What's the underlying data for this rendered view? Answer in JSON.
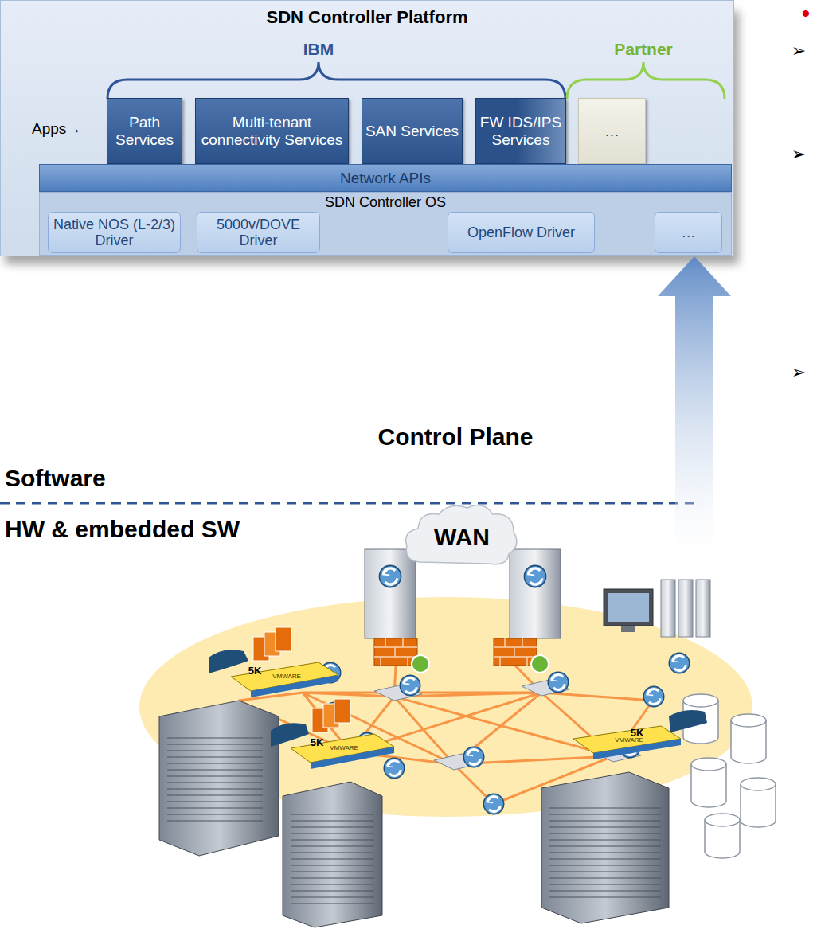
{
  "diagram": {
    "nodes": [
      {
        "text": [
          "SDN Controller Platform"
        ]
      },
      {
        "text": [
          "Path Services"
        ],
        "in": 0
      },
      {
        "text": [
          "Multi-tenant connectivity Services"
        ],
        "in": 0
      },
      {
        "text": [
          "SAN Services"
        ],
        "in": 0
      },
      {
        "text": [
          "FW IDS/IPS Services"
        ],
        "in": 0
      },
      {
        "text": [
          "…"
        ],
        "in": 0
      },
      {
        "text": [
          "Network APIs"
        ],
        "in": 0
      },
      {
        "text": [
          "SDN Controller OS"
        ],
        "in": 0
      },
      {
        "text": [
          "Native NOS (L-2/3) Driver"
        ],
        "in": 7
      },
      {
        "text": [
          "5000v/DOVE Driver"
        ],
        "in": 7
      },
      {
        "text": [
          "OpenFlow Driver"
        ],
        "in": 7
      },
      {
        "text": [
          "…"
        ],
        "in": 7
      },
      {
        "text": [
          "WAN"
        ]
      }
    ],
    "labels": [
      "•",
      "➢",
      "➢",
      "➢",
      "IBM",
      "Partner",
      "Apps→",
      "Control Plane",
      "Software",
      "HW & embedded SW",
      "5K",
      "5K",
      "5K",
      "VMWARE",
      "VMWARE",
      "VMWARE"
    ]
  }
}
